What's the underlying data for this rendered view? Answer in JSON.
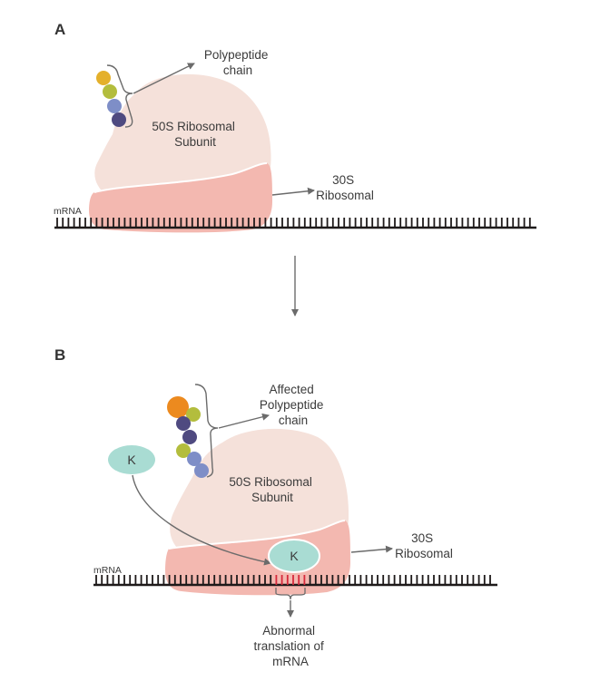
{
  "panel_a": {
    "letter": "A",
    "polypeptide_label": [
      "Polypeptide",
      "chain"
    ],
    "large_subunit_label": [
      "50S Ribosomal",
      "Subunit"
    ],
    "small_subunit_label": [
      "30S",
      "Ribosomal"
    ],
    "mrna_label": "mRNA"
  },
  "panel_b": {
    "letter": "B",
    "polypeptide_label": [
      "Affected",
      "Polypeptide",
      "chain"
    ],
    "large_subunit_label": [
      "50S Ribosomal",
      "Subunit"
    ],
    "small_subunit_label": [
      "30S",
      "Ribosomal"
    ],
    "mrna_label": "mRNA",
    "drug_label": "K",
    "bound_drug_label": "K",
    "abnormal_label": [
      "Abnormal",
      "translation of",
      "mRNA"
    ]
  },
  "colors": {
    "large_subunit": "#f5e1da",
    "small_subunit": "#f3b8b0",
    "drug": "#a9dcd3",
    "mrna": "#1e1a1a",
    "abnormal": "#d6293b",
    "arrow": "#6b6b6b",
    "bead_yellow": "#e4b02b",
    "bead_olive": "#b3bd3d",
    "bead_blue": "#7e8ec7",
    "bead_purple": "#4f4a80",
    "bead_orange": "#ec8a1f"
  }
}
